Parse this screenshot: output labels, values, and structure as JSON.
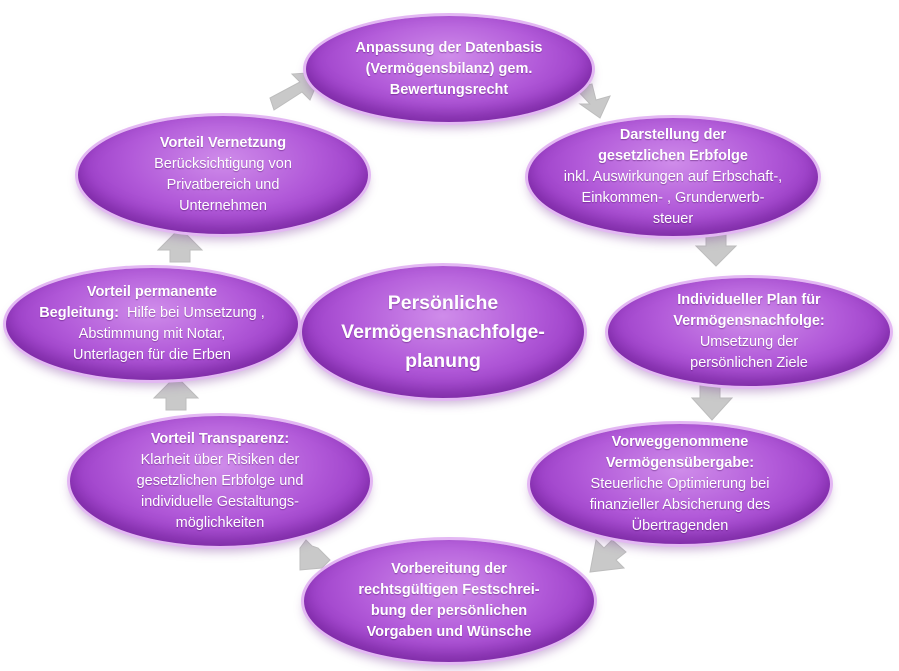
{
  "center": {
    "lines": [
      "Persönliche",
      "Vermögensnachfolge-",
      "planung"
    ]
  },
  "nodes": {
    "n1": {
      "title": [
        "Anpassung der Datenbasis",
        "(Vermögensbilanz) gem.",
        "Bewertungsrecht"
      ],
      "body": []
    },
    "n2": {
      "title": [
        "Darstellung der",
        "gesetzlichen Erbfolge"
      ],
      "body": [
        "inkl. Auswirkungen auf Erbschaft-,",
        "Einkommen- , Grunderwerb-",
        "steuer"
      ]
    },
    "n3": {
      "title": [
        "Individueller Plan für",
        "Vermögensnachfolge:"
      ],
      "body": [
        "Umsetzung der",
        "persönlichen Ziele"
      ]
    },
    "n4": {
      "title": [
        "Vorweggenommene",
        "Vermögensübergabe:"
      ],
      "body": [
        "Steuerliche Optimierung bei",
        "finanzieller Absicherung des",
        "Übertragenden"
      ]
    },
    "n5": {
      "title": [
        "Vorbereitung der",
        "rechtsgültigen Festschrei-",
        "bung der persönlichen",
        "Vorgaben und Wünsche"
      ],
      "body": []
    },
    "n6": {
      "title": [
        "Vorteil Transparenz:"
      ],
      "body": [
        "Klarheit über Risiken der",
        "gesetzlichen Erbfolge und",
        "individuelle Gestaltungs-",
        "möglichkeiten"
      ]
    },
    "n7": {
      "title": [
        "Vorteil permanente"
      ],
      "mixed_bold": "Begleitung:",
      "mixed_rest": "  Hilfe bei Umsetzung ,",
      "body": [
        "Abstimmung mit Notar,",
        "Unterlagen für die Erben"
      ]
    },
    "n8": {
      "title": [
        "Vorteil Vernetzung"
      ],
      "body": [
        "Berücksichtigung von",
        "Privatbereich und",
        "Unternehmen"
      ]
    }
  },
  "colors": {
    "node": "#a94fd4",
    "node_dark": "#8a2db6",
    "node_border": "#e3b7f3",
    "arrow": "#c8c8c8",
    "text": "#ffffff"
  }
}
